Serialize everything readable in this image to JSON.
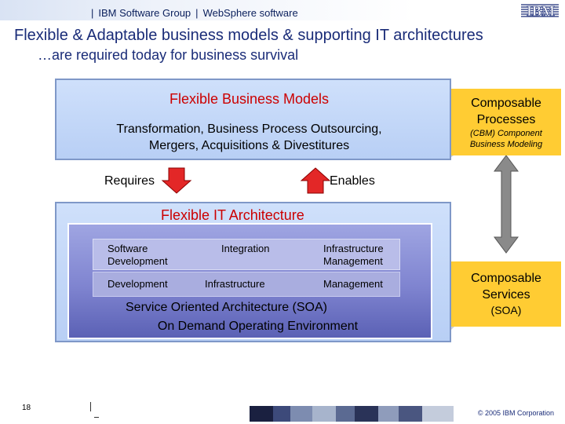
{
  "header": {
    "group": "IBM Software Group",
    "product": "WebSphere software",
    "separator": "|",
    "logo": "IBM"
  },
  "title": "Flexible & Adaptable business models & supporting IT architectures",
  "subtitle": "…are required today for business survival",
  "business_models": {
    "title": "Flexible Business Models",
    "line1": "Transformation, Business Process Outsourcing,",
    "line2": "Mergers, Acquisitions & Divestitures"
  },
  "arrows": {
    "requires": "Requires",
    "enables": "Enables"
  },
  "it_architecture": {
    "title": "Flexible IT Architecture",
    "row1": [
      {
        "line1": "Software",
        "line2": "Development"
      },
      {
        "line1": "Integration",
        "line2": ""
      },
      {
        "line1": "Infrastructure",
        "line2": "Management"
      }
    ],
    "row2": [
      "Development",
      "Infrastructure",
      "Management"
    ],
    "soa_line1": "Service Oriented Architecture (SOA)",
    "soa_line2": "On Demand Operating Environment"
  },
  "composable_processes": {
    "line1": "Composable",
    "line2": "Processes",
    "sub1": "(CBM) Component",
    "sub2": "Business Modeling"
  },
  "composable_services": {
    "line1": "Composable",
    "line2": "Services",
    "sub": "(SOA)"
  },
  "footer": {
    "page": "18",
    "copyright": "© 2005 IBM Corporation"
  },
  "colors": {
    "title_blue": "#1a2c78",
    "red": "#cc0000",
    "gold": "#ffcc33",
    "light_blue": "#cfe0fb",
    "purple": "#7f84d0"
  }
}
